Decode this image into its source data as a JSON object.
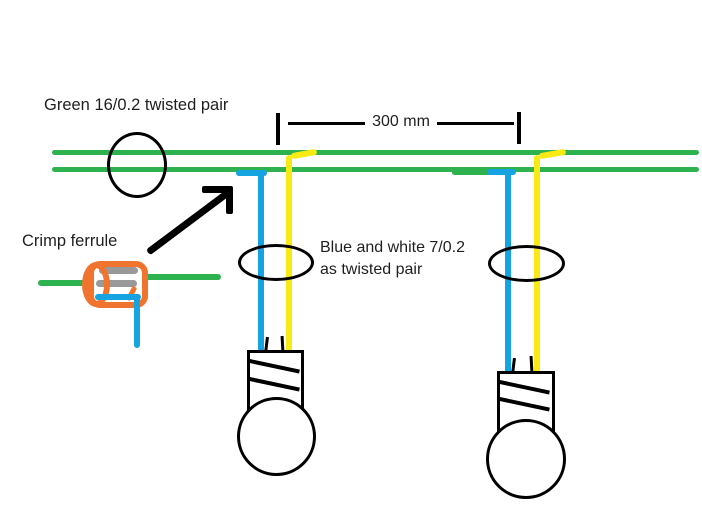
{
  "labels": {
    "green_pair": "Green 16/0.2 twisted pair",
    "dimension": "300 mm",
    "crimp_ferrule": "Crimp ferrule",
    "drop_pair_line1": "Blue and white 7/0.2",
    "drop_pair_line2": "as twisted pair"
  },
  "colors": {
    "green": "#2db24f",
    "blue": "#15a3e2",
    "yellow": "#f9ea14",
    "orange": "#f0742d",
    "gray": "#999999",
    "ink": "#000000"
  }
}
